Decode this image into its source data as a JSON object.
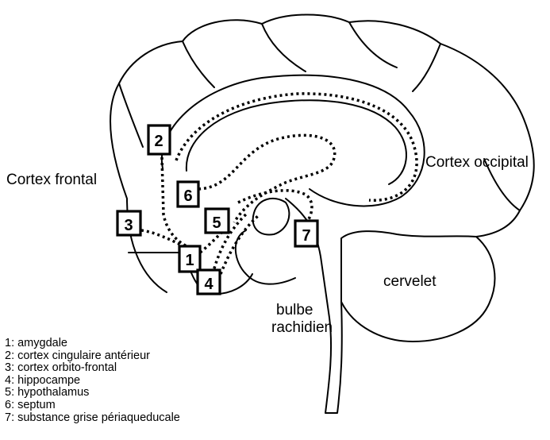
{
  "labels": {
    "cortex_frontal": "Cortex frontal",
    "cortex_occipital": "Cortex occipital",
    "cervelet": "cervelet",
    "bulbe_line1": "bulbe",
    "bulbe_line2": "rachidien"
  },
  "markers": [
    "1",
    "2",
    "3",
    "4",
    "5",
    "6",
    "7"
  ],
  "legend": [
    "1: amygdale",
    "2: cortex cingulaire antérieur",
    "3: cortex orbito-frontal",
    "4: hippocampe",
    "5: hypothalamus",
    "6: septum",
    "7: substance grise périaqueducale"
  ]
}
